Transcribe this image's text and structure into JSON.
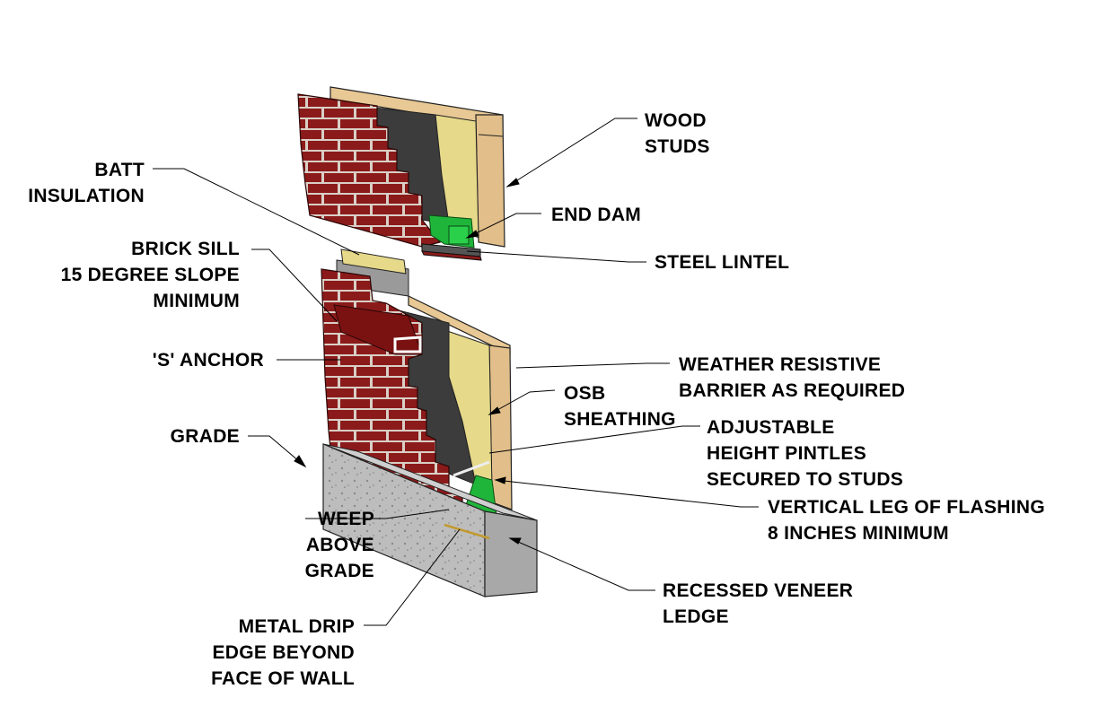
{
  "labels": {
    "wood_studs": [
      "WOOD",
      "STUDS"
    ],
    "batt_insulation": [
      "BATT",
      "INSULATION"
    ],
    "end_dam": [
      "END DAM"
    ],
    "steel_lintel": [
      "STEEL LINTEL"
    ],
    "brick_sill": [
      "BRICK SILL",
      "15 DEGREE SLOPE",
      "MINIMUM"
    ],
    "s_anchor": [
      "'S' ANCHOR"
    ],
    "weather_barrier": [
      "WEATHER RESISTIVE",
      "BARRIER AS REQUIRED"
    ],
    "osb_sheathing": [
      "OSB",
      "SHEATHING"
    ],
    "pintles": [
      "ADJUSTABLE",
      "HEIGHT PINTLES",
      "SECURED TO STUDS"
    ],
    "grade": [
      "GRADE"
    ],
    "vertical_leg": [
      "VERTICAL LEG OF FLASHING",
      "8 INCHES MINIMUM"
    ],
    "weep": [
      "WEEP",
      "ABOVE",
      "GRADE"
    ],
    "recessed_ledge": [
      "RECESSED VENEER",
      "LEDGE"
    ],
    "metal_drip": [
      "METAL DRIP",
      "EDGE BEYOND",
      "FACE OF WALL"
    ]
  },
  "colors": {
    "brick": "#8b1a1a",
    "brick_dark": "#5e0f10",
    "mortar": "#d9cfc6",
    "wood": "#e2bf8a",
    "wood_dark": "#b48a55",
    "insulation": "#e6d98a",
    "sheathing": "#3c3c3c",
    "flashing": "#1fb53a",
    "concrete": "#b8b8b8",
    "lintel": "#555555"
  }
}
